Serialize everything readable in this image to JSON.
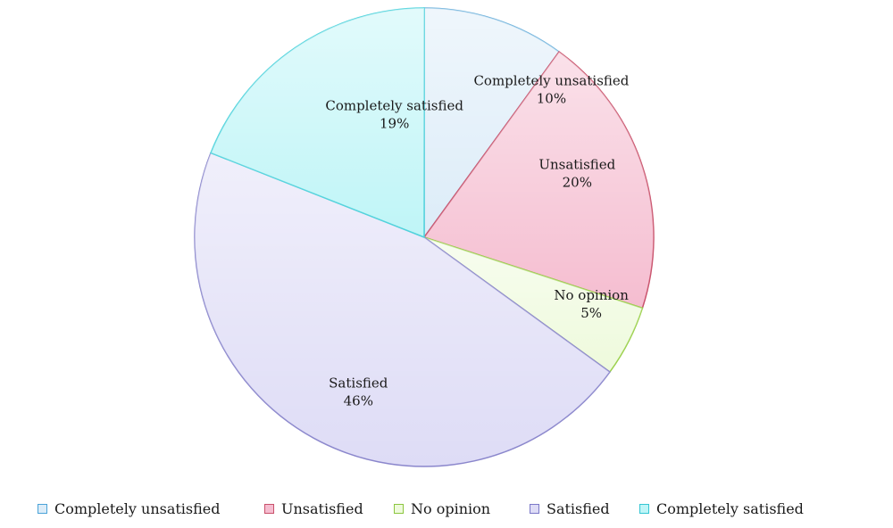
{
  "chart_data": {
    "type": "pie",
    "title": "",
    "legend_position": "bottom",
    "slices": [
      {
        "name": "Completely unsatisfied",
        "value": 10,
        "label": "10%",
        "fill": "#dcecf8",
        "stroke": "#6fb2dc",
        "swatch": "#4aa3d8"
      },
      {
        "name": "Unsatisfied",
        "value": 20,
        "label": "20%",
        "fill": "#f5bdd0",
        "stroke": "#c9516b",
        "swatch": "#c9516b"
      },
      {
        "name": "No opinion",
        "value": 5,
        "label": "5%",
        "fill": "#eefadc",
        "stroke": "#9ad04a",
        "swatch": "#8cc63f"
      },
      {
        "name": "Satisfied",
        "value": 46,
        "label": "46%",
        "fill": "#dedcf6",
        "stroke": "#8a86cc",
        "swatch": "#7b78c8"
      },
      {
        "name": "Completely satisfied",
        "value": 19,
        "label": "19%",
        "fill": "#bff5f7",
        "stroke": "#4fd3dc",
        "swatch": "#35c6d3"
      }
    ]
  }
}
